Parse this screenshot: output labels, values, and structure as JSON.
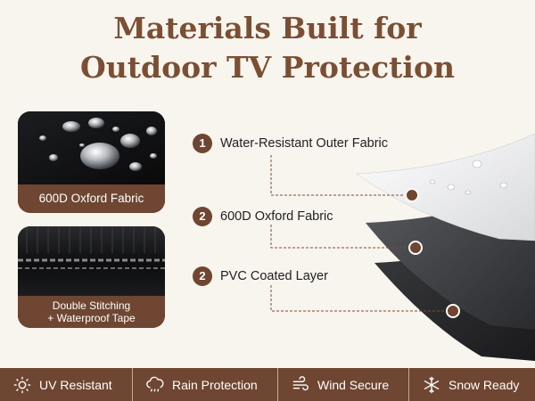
{
  "header": {
    "title_line1": "Materials Built for",
    "title_line2": "Outdoor TV Protection"
  },
  "cards": [
    {
      "caption": "600D Oxford Fabric"
    },
    {
      "caption_line1": "Double Stitching",
      "caption_line2": "+ Waterproof Tape"
    }
  ],
  "layers": [
    {
      "number": "1",
      "label": "Water-Resistant Outer Fabric"
    },
    {
      "number": "2",
      "label": "600D Oxford Fabric"
    },
    {
      "number": "2",
      "label": "PVC Coated Layer"
    }
  ],
  "features": [
    {
      "icon": "sun-icon",
      "label": "UV Resistant"
    },
    {
      "icon": "cloud-rain-icon",
      "label": "Rain Protection"
    },
    {
      "icon": "wind-icon",
      "label": "Wind Secure"
    },
    {
      "icon": "snowflake-icon",
      "label": "Snow Ready"
    }
  ],
  "colors": {
    "background": "#f8f4ee",
    "title": "#7a4f33",
    "accent": "#6e4631"
  }
}
